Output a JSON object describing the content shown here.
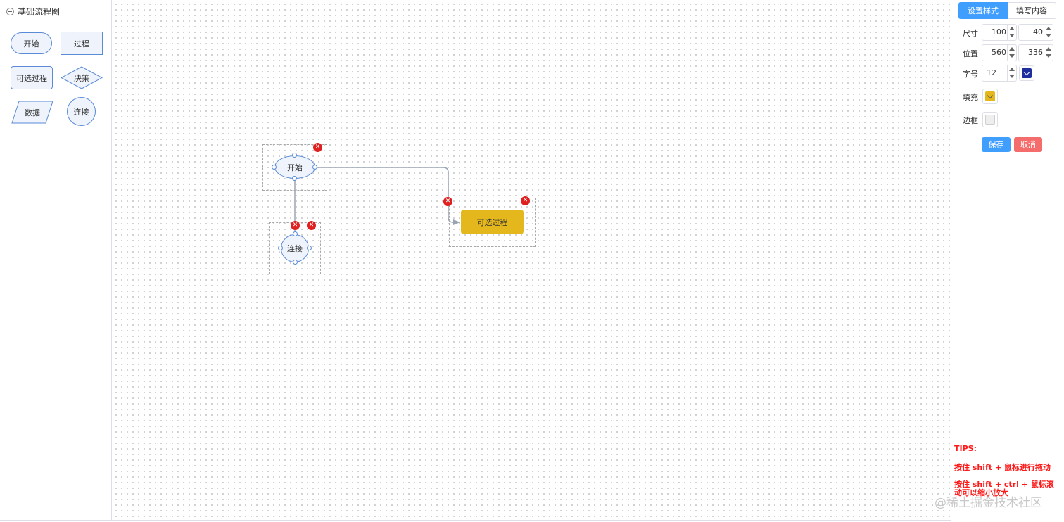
{
  "sidebar": {
    "title": "基础流程图",
    "shapes": {
      "start": "开始",
      "process": "过程",
      "optional": "可选过程",
      "decision": "决策",
      "data": "数据",
      "connect": "连接"
    }
  },
  "canvas": {
    "nodes": {
      "start": "开始",
      "connect": "连接",
      "optional": "可选过程"
    },
    "delete_glyph": "✕"
  },
  "panel": {
    "tabs": {
      "style": "设置样式",
      "content": "填写内容"
    },
    "labels": {
      "size": "尺寸",
      "position": "位置",
      "font": "字号",
      "fill": "填充",
      "border": "边框"
    },
    "size": {
      "width": "100",
      "height": "40"
    },
    "position": {
      "x": "560",
      "y": "336"
    },
    "font_size": "12",
    "colors": {
      "font": "#1f2f9e",
      "fill": "#e4b81d",
      "border": "#eeeeee",
      "accent": "#409eff",
      "danger": "#f56c6c"
    },
    "buttons": {
      "save": "保存",
      "cancel": "取消"
    },
    "tips": {
      "title": "TIPS:",
      "line1": "按住 shift + 鼠标进行拖动",
      "line2": "按住 shift + ctrl + 鼠标滚动可以缩小放大"
    }
  },
  "watermark": "@稀土掘金技术社区"
}
